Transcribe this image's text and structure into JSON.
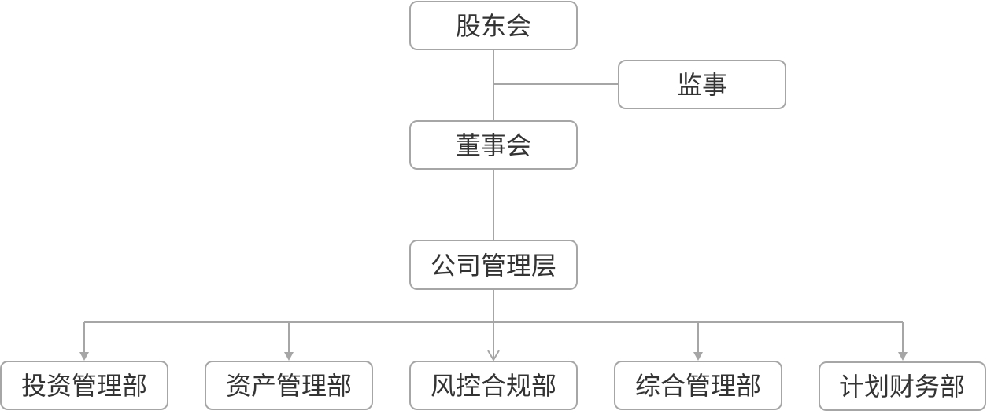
{
  "org": {
    "shareholders": "股东会",
    "supervisor": "监事",
    "board": "董事会",
    "management": "公司管理层",
    "departments": [
      "投资管理部",
      "资产管理部",
      "风控合规部",
      "综合管理部",
      "计划财务部"
    ]
  }
}
